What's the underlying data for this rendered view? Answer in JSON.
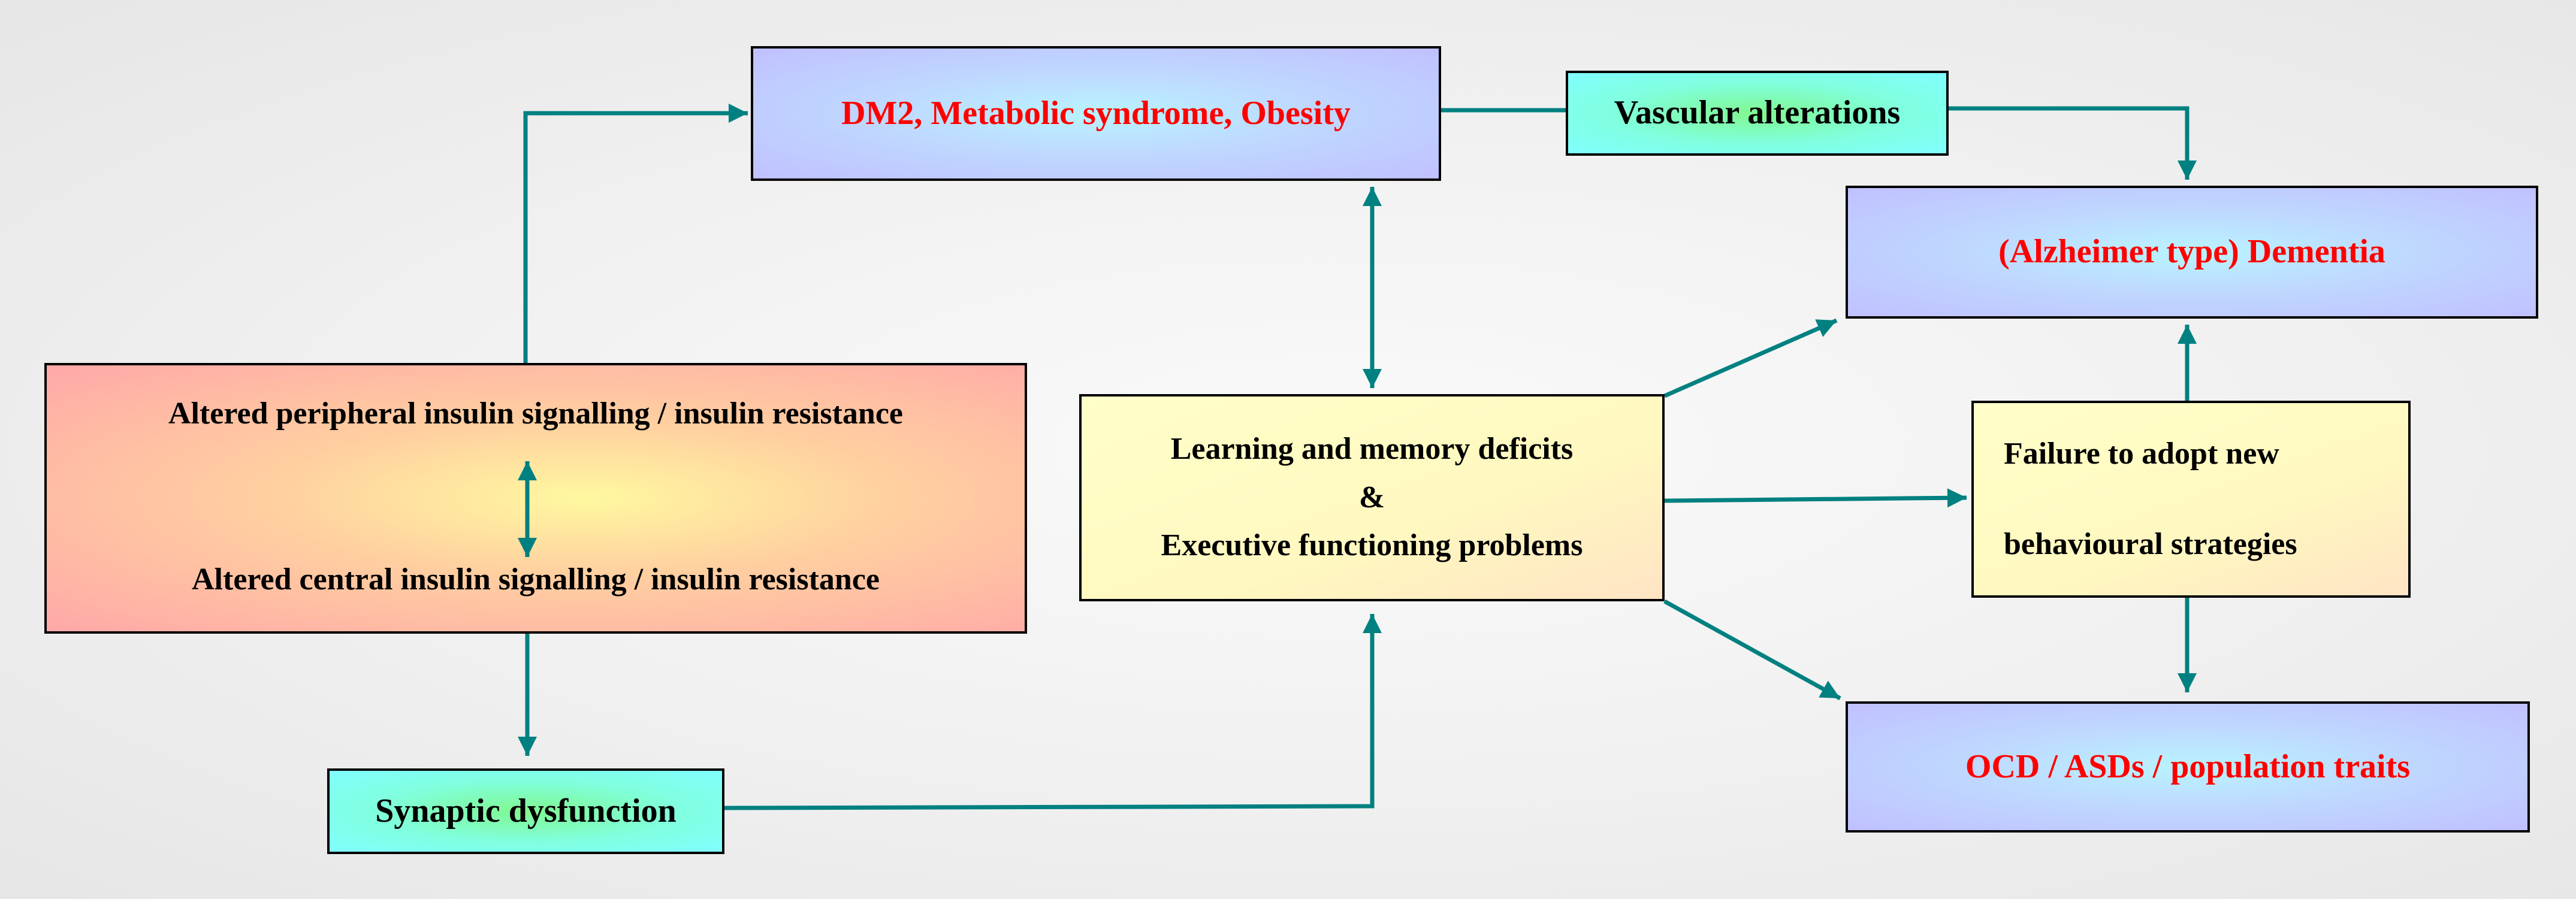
{
  "colors": {
    "arrow": "#008080",
    "highlight_text": "#ff0000"
  },
  "nodes": {
    "dm2": "DM2, Metabolic syndrome, Obesity",
    "vascular": "Vascular alterations",
    "dementia": "(Alzheimer type) Dementia",
    "insulin_peripheral": "Altered peripheral insulin signalling / insulin resistance",
    "insulin_central": "Altered central insulin signalling / insulin resistance",
    "learning_line1": "Learning and memory deficits",
    "learning_amp": "&",
    "learning_line2": "Executive functioning problems",
    "failure_line1": "Failure to adopt new",
    "failure_line2": "behavioural strategies",
    "ocd": "OCD / ASDs / population traits",
    "synaptic": "Synaptic dysfunction"
  }
}
